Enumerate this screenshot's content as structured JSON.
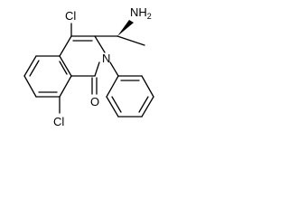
{
  "molecule": {
    "atoms": {
      "nh2": "NH",
      "nh2_sub": "2",
      "cl_top": "Cl",
      "cl_bottom": "Cl",
      "n_ring": "N",
      "o_carbonyl": "O"
    },
    "bond_color": "#000000",
    "label_color": "#000000"
  }
}
